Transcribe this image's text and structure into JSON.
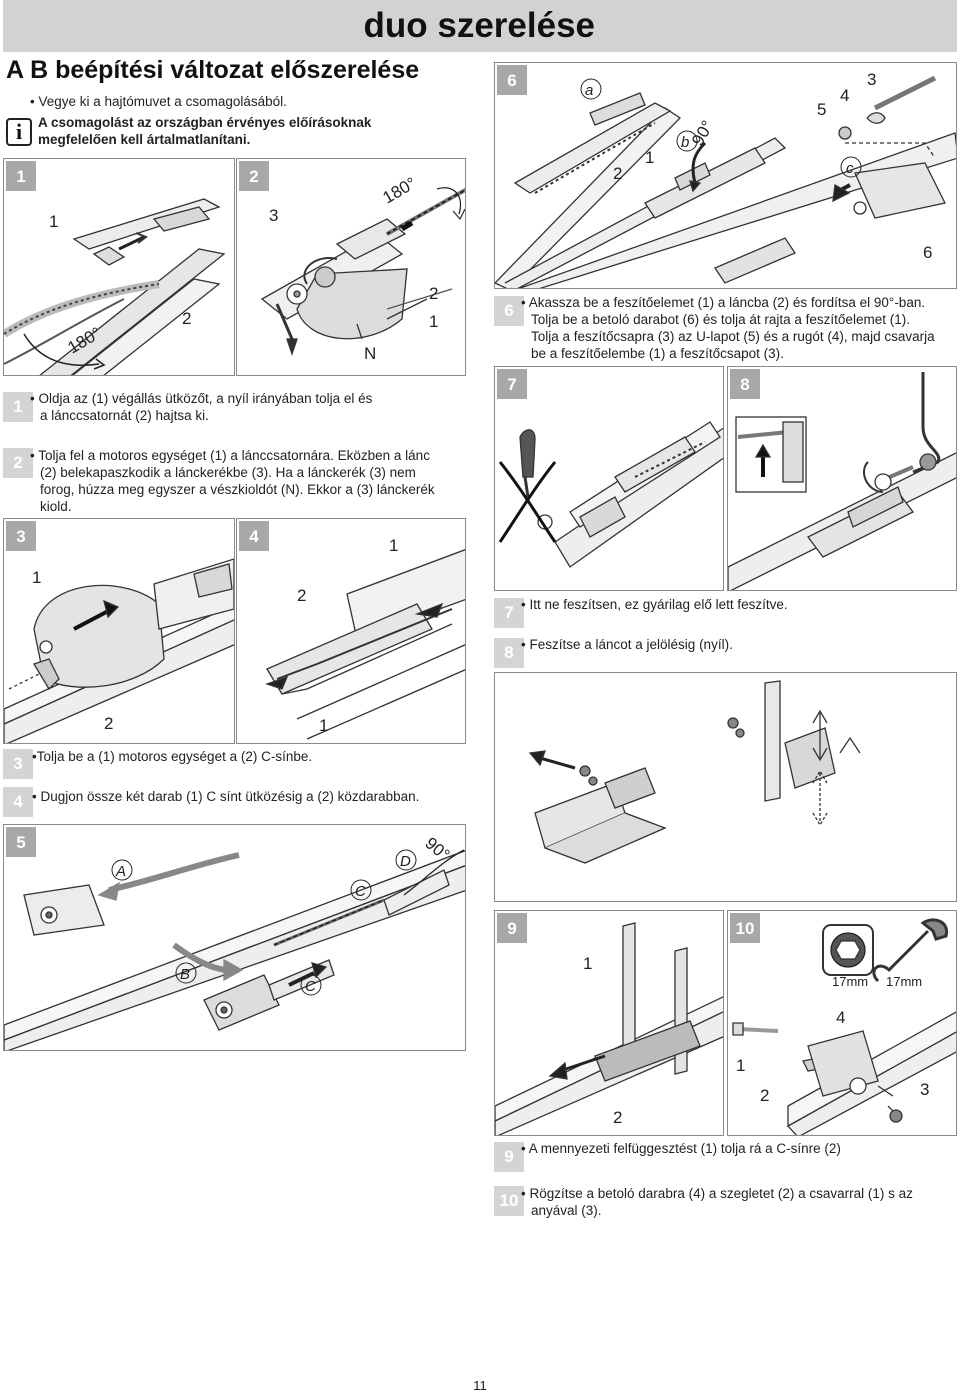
{
  "header": {
    "title": "duo szerelése"
  },
  "section": {
    "title": "A B beépítési változat előszerelése",
    "bullet1": "• Vegye ki a hajtómuvet a csomagolásából.",
    "info_line1": "A csomagolást az országban érvényes előírásoknak",
    "info_line2": "megfelelően kell ártalmatlanítani."
  },
  "steps": {
    "s1": "1",
    "s2": "2",
    "s3": "3",
    "s4": "4",
    "s5": "5",
    "s6": "6",
    "s7": "7",
    "s8": "8",
    "s9": "9",
    "s10": "10"
  },
  "instructions": {
    "i1_line1": "• Oldja az (1) végállás ütközőt, a nyíl irányában tolja el és",
    "i1_line2": "a lánccsatornát (2) hajtsa ki.",
    "i2_line1": "• Tolja fel a motoros egységet (1) a lánccsatornára. Eközben a lánc",
    "i2_line2": "(2) belekapaszkodik a lánckerékbe (3). Ha a lánckerék (3) nem",
    "i2_line3": "forog, húzza meg egyszer a vészkioldót (N). Ekkor a (3) lánckerék",
    "i2_line4": "kiold.",
    "i3": "•Tolja be a (1) motoros egységet a (2) C-sínbe.",
    "i4": "• Dugjon össze két darab (1) C sínt ütközésig a (2) közdarabban.",
    "i6_line1": "• Akassza be a feszítőelemet (1) a láncba (2) és fordítsa el 90°-ban.",
    "i6_line2": "Tolja be a betoló darabot (6) és tolja át rajta a feszítőelemet (1).",
    "i6_line3": "Tolja a feszítőcsapra (3) az U-lapot (5) és a rugót (4), majd csavarja",
    "i6_line4": "be a feszítőelembe (1) a feszítőcsapot (3).",
    "i7": "• Itt ne feszítsen, ez gyárilag elő lett feszítve.",
    "i8": "• Feszítse a láncot a jelölésig (nyíl).",
    "i9": "• A mennyezeti felfüggesztést (1) tolja rá a C-sínre (2)",
    "i10_line1": "• Rögzítse a betoló darabra (4) a szegletet (2) a csavarral (1) s az",
    "i10_line2": "anyával (3)."
  },
  "figure_labels": {
    "one": "1",
    "two": "2",
    "three": "3",
    "four": "4",
    "five": "5",
    "six": "6",
    "deg180": "180°",
    "deg90": "90°",
    "N": "N",
    "a": "a",
    "b": "b",
    "c": "c",
    "A": "A",
    "B": "B",
    "C": "C",
    "D": "D",
    "mm17a": "17mm",
    "mm17b": "17mm"
  },
  "page": {
    "number": "11"
  }
}
